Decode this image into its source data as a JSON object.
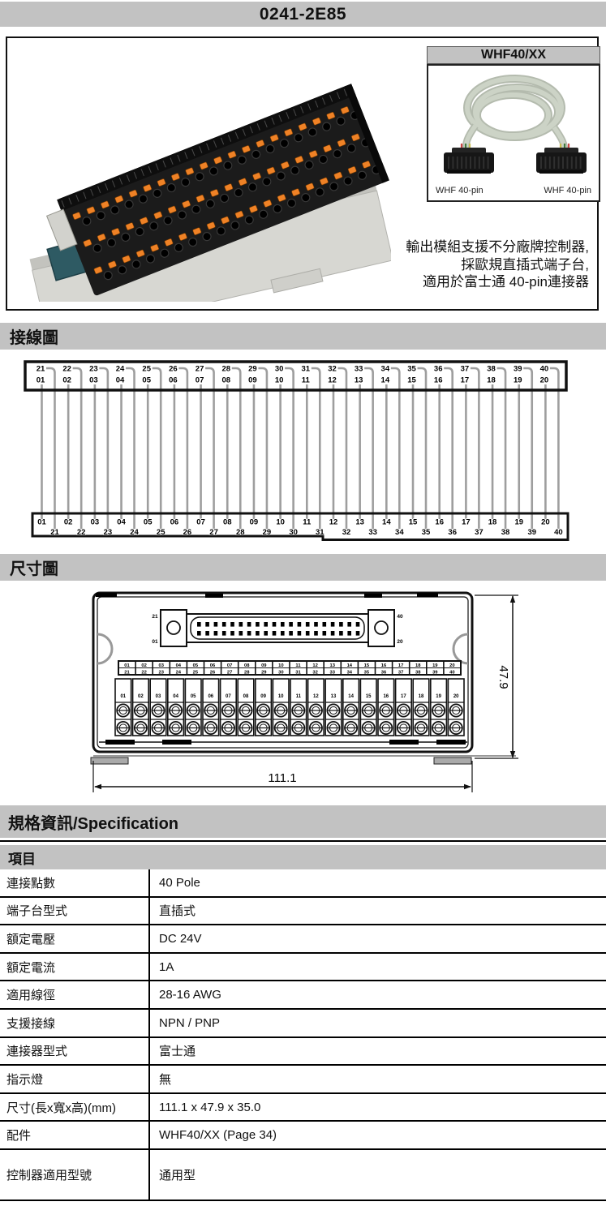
{
  "header": {
    "part_number": "0241-2E85"
  },
  "product": {
    "accessory_title": "WHF40/XX",
    "cable_labels": [
      "WHF 40-pin",
      "WHF 40-pin"
    ],
    "description_lines": [
      "輸出模組支援不分廠牌控制器,",
      "採歐規直插式端子台,",
      "適用於富士通 40-pin連接器"
    ]
  },
  "section_titles": {
    "wiring": "接線圖",
    "dimension": "尺寸圖",
    "specification": "規格資訊/Specification",
    "item": "項目"
  },
  "wiring_diagram": {
    "top_box_upper": [
      "21",
      "22",
      "23",
      "24",
      "25",
      "26",
      "27",
      "28",
      "29",
      "30",
      "31",
      "32",
      "33",
      "34",
      "35",
      "36",
      "37",
      "38",
      "39",
      "40"
    ],
    "top_box_lower": [
      "01",
      "02",
      "03",
      "04",
      "05",
      "06",
      "07",
      "08",
      "09",
      "10",
      "11",
      "12",
      "13",
      "14",
      "15",
      "16",
      "17",
      "18",
      "19",
      "20"
    ],
    "bottom_box_upper": [
      "01",
      "02",
      "03",
      "04",
      "05",
      "06",
      "07",
      "08",
      "09",
      "10",
      "11",
      "12",
      "13",
      "14",
      "15",
      "16",
      "17",
      "18",
      "19",
      "20"
    ],
    "bottom_box_lower": [
      "21",
      "22",
      "23",
      "24",
      "25",
      "26",
      "27",
      "28",
      "29",
      "30",
      "31",
      "32",
      "33",
      "34",
      "35",
      "36",
      "37",
      "38",
      "39",
      "40"
    ]
  },
  "dimension_diagram": {
    "width_label": "111.1",
    "height_label": "47.9",
    "connector_corner_labels": {
      "top_left": "21",
      "bottom_left": "01",
      "top_right": "40",
      "bottom_right": "20"
    },
    "strip_upper": [
      "01",
      "02",
      "03",
      "04",
      "05",
      "06",
      "07",
      "08",
      "09",
      "10",
      "11",
      "12",
      "13",
      "14",
      "15",
      "16",
      "17",
      "18",
      "19",
      "20"
    ],
    "strip_lower": [
      "21",
      "22",
      "23",
      "24",
      "25",
      "26",
      "27",
      "28",
      "29",
      "30",
      "31",
      "32",
      "33",
      "34",
      "35",
      "36",
      "37",
      "38",
      "39",
      "40"
    ],
    "terminal_numbers": [
      "01",
      "02",
      "03",
      "04",
      "05",
      "06",
      "07",
      "08",
      "09",
      "10",
      "11",
      "12",
      "13",
      "14",
      "15",
      "16",
      "17",
      "18",
      "19",
      "20"
    ]
  },
  "spec_table": {
    "rows": [
      {
        "label": "連接點數",
        "value": "40 Pole"
      },
      {
        "label": "端子台型式",
        "value": "直插式"
      },
      {
        "label": "額定電壓",
        "value": "DC 24V"
      },
      {
        "label": "額定電流",
        "value": "1A"
      },
      {
        "label": "適用線徑",
        "value": "28-16 AWG"
      },
      {
        "label": "支援接線",
        "value": "NPN / PNP"
      },
      {
        "label": "連接器型式",
        "value": "富士通"
      },
      {
        "label": "指示燈",
        "value": "無"
      },
      {
        "label": "尺寸(長x寬x高)(mm)",
        "value": "111.1 x 47.9 x 35.0"
      },
      {
        "label": "配件",
        "value": "WHF40/XX (Page 34)"
      },
      {
        "label": "控制器適用型號",
        "value": "通用型"
      }
    ]
  },
  "colors": {
    "bar_gray": "#c2c2c2",
    "wire_gray": "#9e9e9e",
    "clip_orange": "#ef8226",
    "pcb_teal": "#2e5a63",
    "base_gray": "#d7d7d2",
    "block_black": "#1b1b1b",
    "cable_gray": "#ccd3c6"
  }
}
